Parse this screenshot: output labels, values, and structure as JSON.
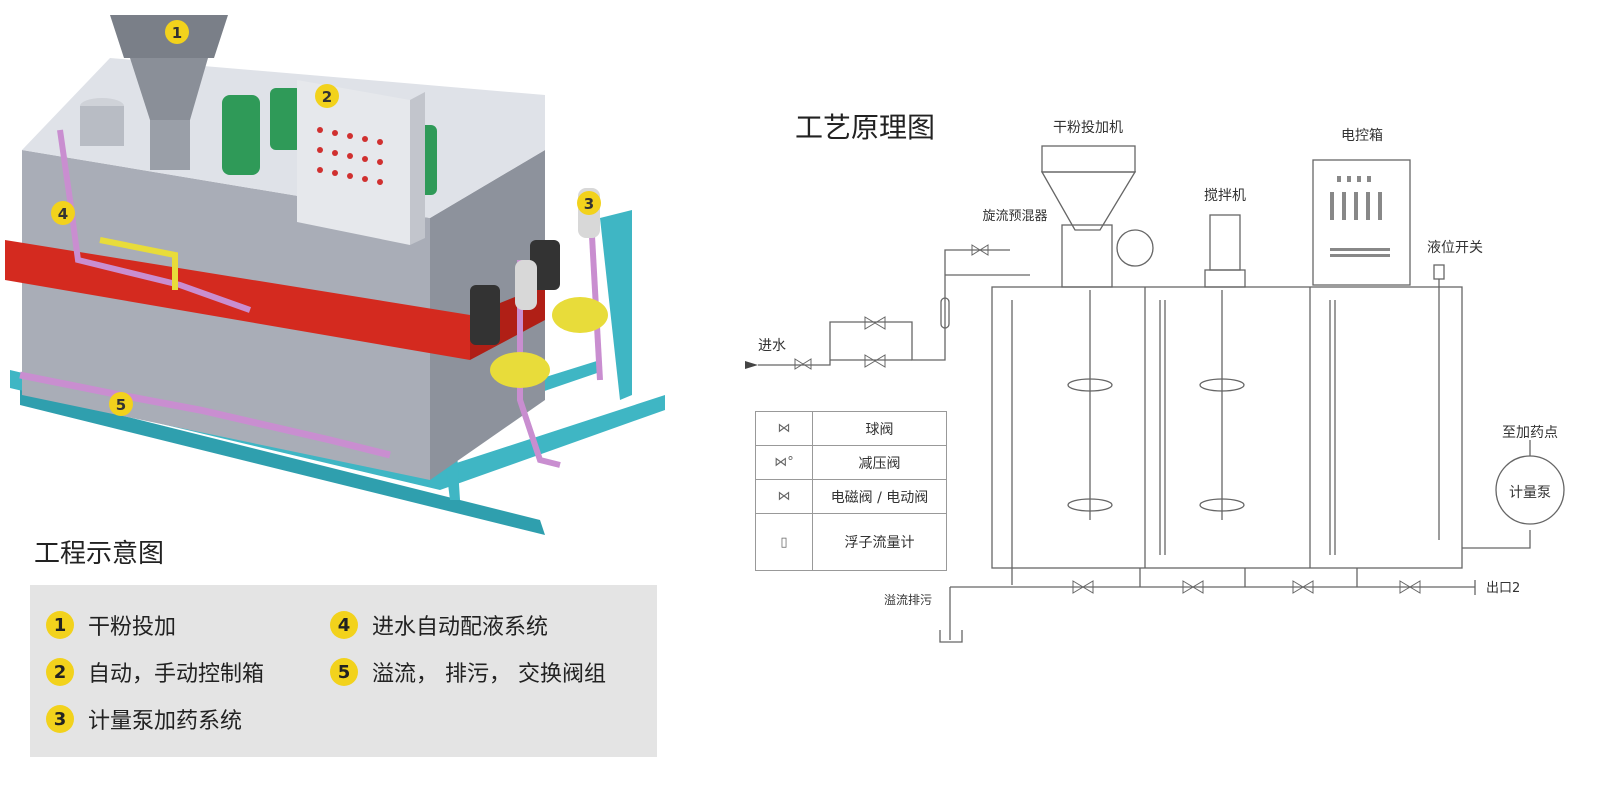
{
  "left": {
    "title": "工程示意图",
    "callouts": [
      "1",
      "2",
      "3",
      "4",
      "5"
    ],
    "legend": [
      {
        "num": "1",
        "label": "干粉投加"
      },
      {
        "num": "2",
        "label": "自动，手动控制箱"
      },
      {
        "num": "3",
        "label": "计量泵加药系统"
      },
      {
        "num": "4",
        "label": "进水自动配液系统"
      },
      {
        "num": "5",
        "label": "溢流， 排污， 交换阀组"
      }
    ]
  },
  "right": {
    "title": "工艺原理图",
    "labels": {
      "dry_powder_feeder": "干粉投加机",
      "control_box": "电控箱",
      "mixer": "搅拌机",
      "premixer": "旋流预混器",
      "level_switch": "液位开关",
      "water_in": "进水",
      "to_dosing_point": "至加药点",
      "metering_pump": "计量泵",
      "overflow_drain": "溢流排污",
      "outlet": "出口2"
    },
    "symbols": [
      {
        "icon": "ball-valve-icon",
        "label": "球阀"
      },
      {
        "icon": "pressure-reducing-valve-icon",
        "label": "减压阀"
      },
      {
        "icon": "solenoid-valve-icon",
        "label": "电磁阀 / 电动阀"
      },
      {
        "icon": "float-flowmeter-icon",
        "label": "浮子流量计"
      }
    ]
  },
  "colors": {
    "callout": "#f2d21c",
    "tank": "#c9ccd3",
    "band": "#d42a1f",
    "frame": "#3fb6c4",
    "pipe": "#c98ed0",
    "legend_bg": "#e4e4e4"
  }
}
